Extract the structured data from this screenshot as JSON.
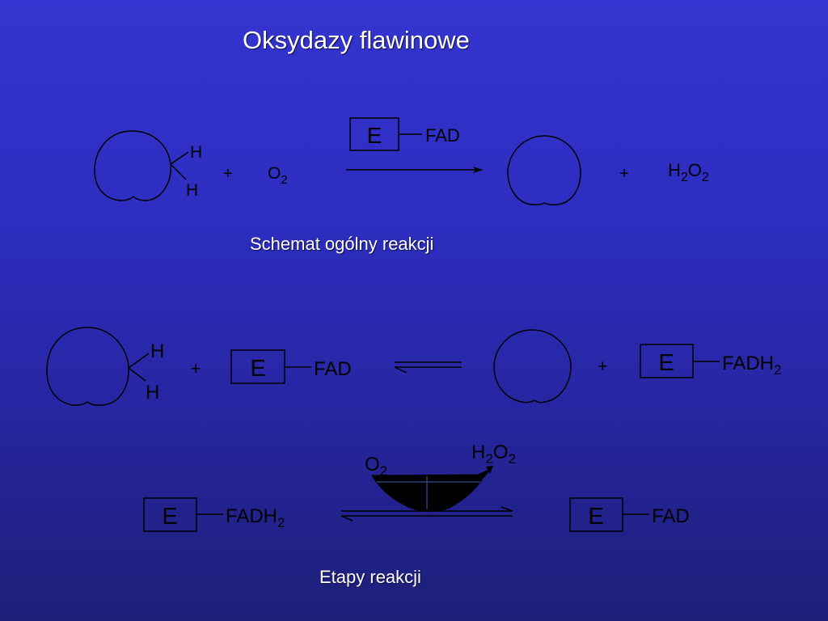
{
  "title": "Oksydazy flawinowe",
  "general": {
    "caption": "Schemat ogólny reakcji",
    "h_top": "H",
    "h_bottom": "H",
    "plus": "+",
    "o2": {
      "base": "O",
      "sub": "2"
    },
    "enzyme": "E",
    "cofactor": "FAD",
    "plus2": "+",
    "h2o2": {
      "h": "H",
      "h_sub": "2",
      "o": "O",
      "o_sub": "2"
    }
  },
  "stages": {
    "caption": "Etapy reakcji",
    "step1": {
      "h_top": "H",
      "h_bottom": "H",
      "plus": "+",
      "enzyme": "E",
      "cofactor": "FAD",
      "plus2": "+",
      "enzyme2": "E",
      "cofactor2": {
        "base": "FADH",
        "sub": "2"
      }
    },
    "step2": {
      "enzyme_left": "E",
      "cofactor_left": {
        "base": "FADH",
        "sub": "2"
      },
      "o2": {
        "base": "O",
        "sub": "2"
      },
      "h2o2": {
        "h": "H",
        "h_sub": "2",
        "o": "O",
        "o_sub": "2"
      },
      "enzyme_right": "E",
      "cofactor_right": "FAD"
    }
  }
}
